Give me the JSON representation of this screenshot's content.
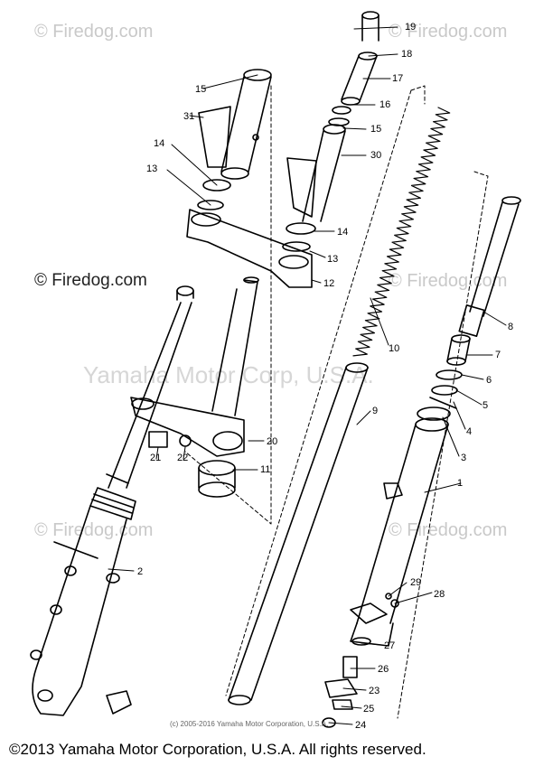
{
  "watermarks": {
    "firedog": "© Firedog.com",
    "yamaha": "Yamaha Motor Corp, U.S.A."
  },
  "footer": {
    "small_copyright": "(c) 2005-2016 Yamaha Motor Corporation, U.S.A.",
    "copyright": "©2013 Yamaha Motor Corporation, U.S.A. All rights reserved."
  },
  "callouts": [
    "1",
    "2",
    "3",
    "4",
    "5",
    "6",
    "7",
    "8",
    "9",
    "10",
    "11",
    "12",
    "13",
    "14",
    "15",
    "16",
    "17",
    "18",
    "19",
    "20",
    "21",
    "22",
    "23",
    "24",
    "25",
    "26",
    "27",
    "28",
    "29",
    "30",
    "31",
    "13",
    "14",
    "15"
  ],
  "colors": {
    "ink": "#000000",
    "watermark": "#c9c9c9"
  }
}
